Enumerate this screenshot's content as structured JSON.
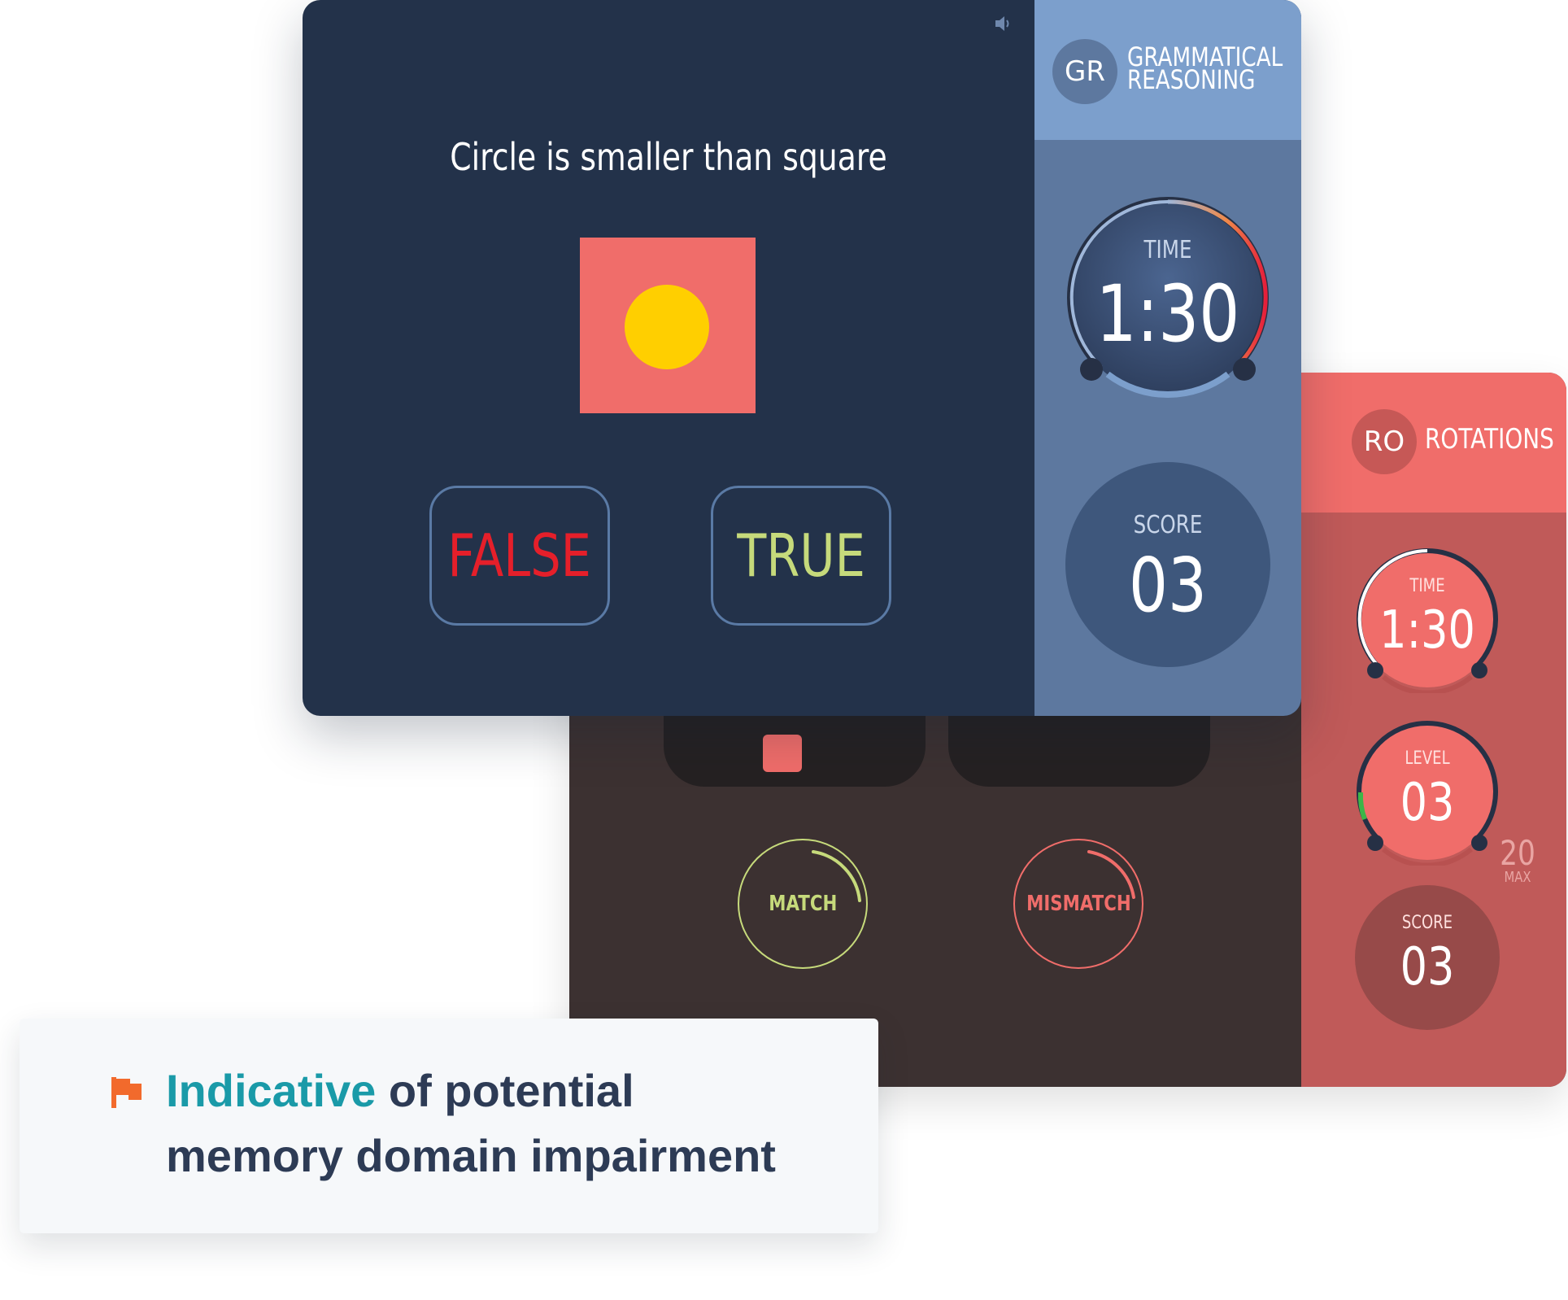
{
  "grammatical_reasoning": {
    "badge": "GR",
    "title_line1": "GRAMMATICAL",
    "title_line2": "REASONING",
    "statement": "Circle is smaller than square",
    "false_label": "FALSE",
    "true_label": "TRUE",
    "time_label": "TIME",
    "time_value": "1:30",
    "score_label": "SCORE",
    "score_value": "03",
    "icons": {
      "sound": "speaker-icon"
    },
    "colors": {
      "panel": "#23324a",
      "sidebar": "#5d789f",
      "header": "#7c9fcc",
      "false": "#e51f2a",
      "true": "#c6da7b",
      "square": "#f06d6a",
      "circle": "#ffcf00"
    }
  },
  "rotations": {
    "badge": "RO",
    "title": "ROTATIONS",
    "time_label": "TIME",
    "time_value": "1:30",
    "level_label": "LEVEL",
    "level_value": "03",
    "level_max_value": "20",
    "level_max_label": "MAX",
    "score_label": "SCORE",
    "score_value": "03",
    "match_label": "MATCH",
    "mismatch_label": "MISMATCH",
    "colors": {
      "panel": "#3c3131",
      "sidebar": "#c05a59",
      "header": "#f06d6a",
      "match": "#c6da7b",
      "mismatch": "#f06d6a"
    }
  },
  "callout": {
    "highlight": "Indicative",
    "rest_line1": " of potential",
    "line2": "memory domain impairment",
    "icon": "flag-icon",
    "colors": {
      "highlight": "#1a9aa8",
      "text": "#2d3b55",
      "flag": "#f26a2c"
    }
  }
}
